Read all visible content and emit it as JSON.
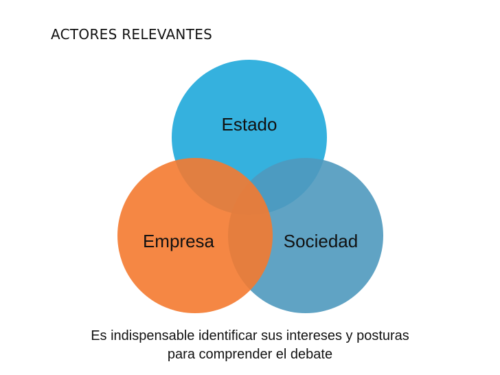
{
  "title": "ACTORES RELEVANTES",
  "diagram": {
    "type": "venn-3",
    "circles": [
      {
        "label": "Estado",
        "color": "#1fa8da"
      },
      {
        "label": "Empresa",
        "color": "#f47a30"
      },
      {
        "label": "Sociedad",
        "color": "#4f99be"
      }
    ]
  },
  "caption": "Es indispensable identificar sus intereses y posturas para comprender el debate",
  "colors": {
    "background": "#ffffff",
    "text": "#111111"
  }
}
